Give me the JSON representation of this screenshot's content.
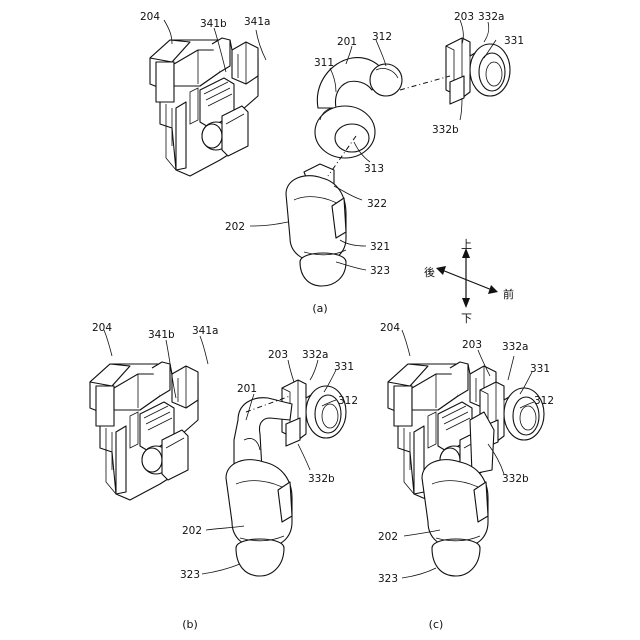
{
  "labels": {
    "p204": "204",
    "p341b": "341b",
    "p341a": "341a",
    "p201": "201",
    "p312": "312",
    "p311": "311",
    "p313": "313",
    "p203": "203",
    "p332a": "332a",
    "p331": "331",
    "p332b": "332b",
    "p322": "322",
    "p202": "202",
    "p321": "321",
    "p323": "323"
  },
  "captions": {
    "a": "(a)",
    "b": "(b)",
    "c": "(c)"
  },
  "directions": {
    "up": "上",
    "down": "下",
    "back": "後",
    "front": "前"
  }
}
